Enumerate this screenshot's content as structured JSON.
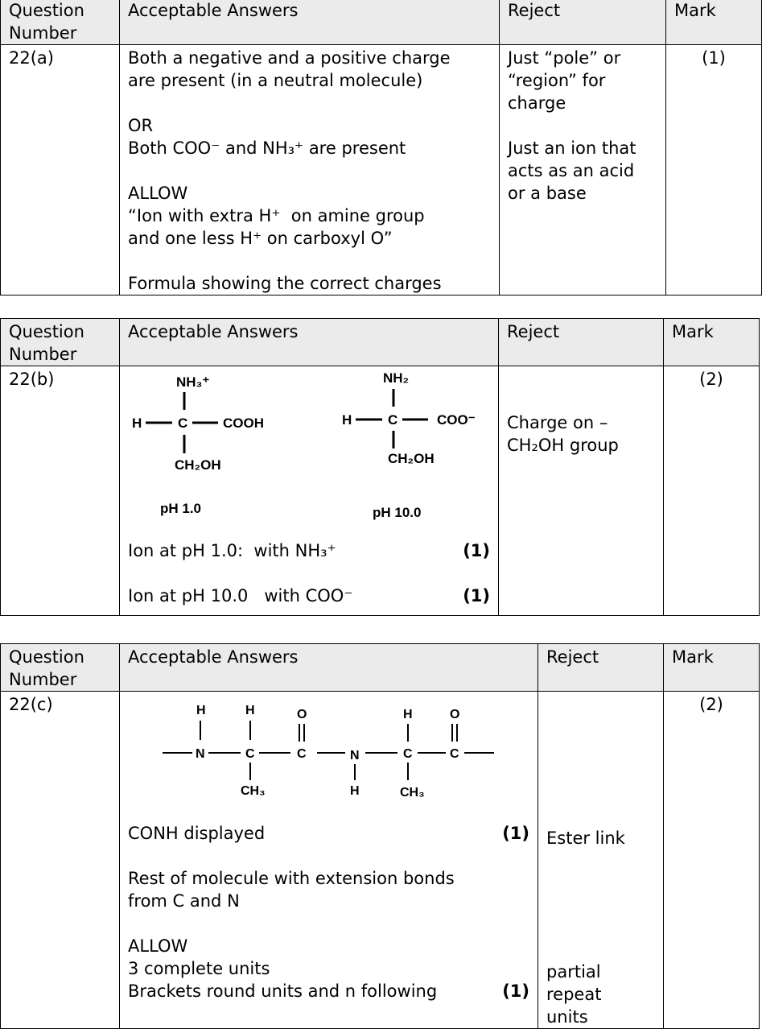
{
  "headers": {
    "question": "Question Number",
    "answers": "Acceptable Answers",
    "reject": "Reject",
    "mark": "Mark"
  },
  "table_a": {
    "question": "22(a)",
    "mark": "(1)",
    "answers": [
      "Both a negative and a positive charge",
      "are present (in a neutral molecule)",
      "",
      "OR",
      "Both COO⁻ and NH₃⁺ are present",
      "",
      "ALLOW",
      "“Ion with extra H⁺  on amine group",
      "and one less H⁺ on carboxyl O”",
      "",
      "Formula showing the correct charges"
    ],
    "reject": [
      "Just “pole” or",
      "“region” for",
      "charge",
      "",
      "Just an ion that",
      "acts as an acid",
      "or a base"
    ]
  },
  "table_b": {
    "question": "22(b)",
    "mark": "(2)",
    "diagram": {
      "left_top": "NH₃⁺",
      "left_h": "H",
      "left_c": "C",
      "left_right": "COOH",
      "left_bottom": "CH₂OH",
      "left_ph": "pH 1.0",
      "right_top": "NH₂",
      "right_h": "H",
      "right_c": "C",
      "right_right": "COO⁻",
      "right_bottom": "CH₂OH",
      "right_ph": "pH 10.0"
    },
    "line1": "Ion at pH 1.0:  with NH₃⁺",
    "line1_mark": "(1)",
    "line2": "Ion at pH 10.0   with COO⁻",
    "line2_mark": "(1)",
    "reject": [
      "Charge on –",
      "CH₂OH group"
    ]
  },
  "table_c": {
    "question": "22(c)",
    "mark": "(2)",
    "diagram": {
      "h1": "H",
      "h2": "H",
      "o1": "O",
      "h3": "H",
      "o2": "O",
      "n1": "N",
      "c1": "C",
      "c2": "C",
      "n2": "N",
      "c3": "C",
      "c4": "C",
      "ch3_1": "CH₃",
      "h4": "H",
      "ch3_2": "CH₃"
    },
    "line1": "CONH displayed",
    "line1_mark": "(1)",
    "line2": "Rest of molecule with extension bonds",
    "line3": "from C and N",
    "line4": "ALLOW",
    "line5": "3 complete units",
    "line6": "Brackets round units and n following",
    "line6_mark": "(1)",
    "reject1": "Ester link",
    "reject2": [
      "partial",
      "repeat",
      "units"
    ]
  }
}
